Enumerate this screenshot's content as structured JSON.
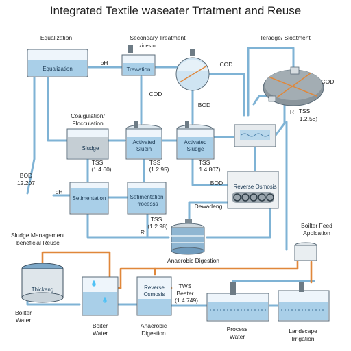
{
  "title": "Integrated Textile waseater Trtatment and Reuse",
  "labels": {
    "equalization": "Equalization",
    "secondary_treatment": "Secondary Treatment",
    "secondary_sub": "zines or",
    "teradge": "Teradge/ Sloatment",
    "ph_1": "pH",
    "trewation": "Trewation",
    "cod_1": "COD",
    "cod_2": "COD",
    "cod_3": "COD",
    "bod_1": "BOD",
    "coag": "Coaigulation/",
    "floc": "Flocculation",
    "sludge_tank": "Sludge",
    "activated_1a": "Activated",
    "activated_1b": "Sluein",
    "activated_2a": "Activated",
    "activated_2b": "Sludge",
    "r_1": "R",
    "tss_1": "TSS",
    "tss_1v": "1.2.58)",
    "tss_2": "TSS",
    "tss_2v": "(1.4.60)",
    "tss_3": "TSS",
    "tss_3v": "(1.2.95)",
    "tss_4": "TSS",
    "tss_4v": "1.4.807)",
    "bod_2": "BOD",
    "reverse_osmosis": "Reverse Osmosis",
    "bod_left": "BOD",
    "bod_left_v": "12.207",
    "ph_2": "pH",
    "setimentation": "Setimentation",
    "setimentation_proc_a": "Setimentation",
    "setimentation_proc_b": "Processs",
    "dewadeng": "Dewadeng",
    "tss_5": "TSS",
    "tss_5v": "(1.2.98)",
    "r_2": "R",
    "sludge_mgmt": "Sludge Management",
    "beneficial": "beneficial Reuse",
    "anaerobic_digestion": "Anaerobic Digestion",
    "boiler_feed": "Boilter Feed",
    "boiler_feed_b": "Applcation",
    "thickeng": "Thickeng",
    "boiler_water_1a": "Boilter",
    "boiler_water_1b": "Water",
    "boiler_water_2a": "Boiter",
    "boiler_water_2b": "Water",
    "reverse_osmosis_2a": "Reverse",
    "reverse_osmosis_2b": "Osmosis",
    "anaerobic_2a": "Anaerobic",
    "anaerobic_2b": "Digestion",
    "tws_a": "TWS",
    "tws_b": "Beater",
    "tws_c": "(1.4.749)",
    "process_water_a": "Process",
    "process_water_b": "Water",
    "landscape_a": "Landscape",
    "landscape_b": "Irrigation"
  },
  "colors": {
    "pipe_blue": "#7fb3d5",
    "pipe_orange": "#e0873a",
    "water": "#a9cfe8",
    "tank_outline": "#5a6b78"
  }
}
